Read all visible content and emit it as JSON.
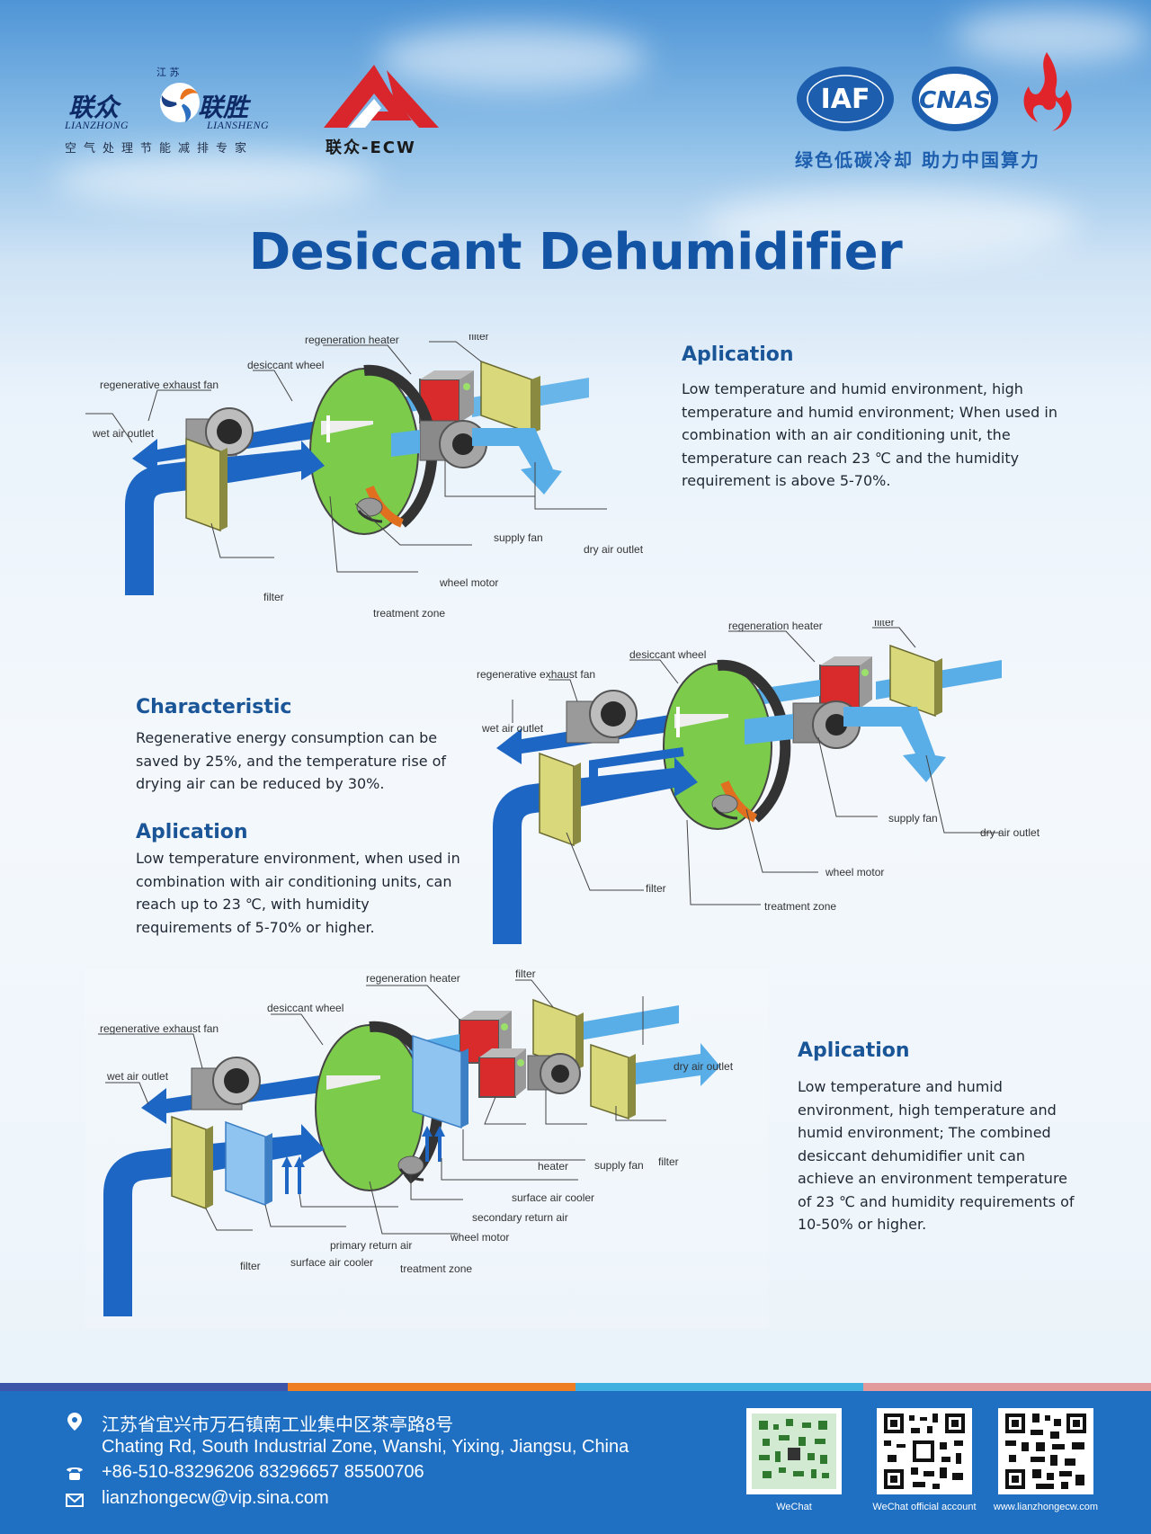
{
  "header": {
    "lianzhong_cn": "联众",
    "lianzhong_en": "LIANZHONG",
    "liansheng_cn": "联胜",
    "liansheng_en": "LIANSHENG",
    "jiangsu": "江 苏",
    "tagline": "空气处理节能减排专家",
    "ecw_name": "联众-ECW",
    "cert_iaf": "IAF",
    "cert_cnas": "CNAS",
    "slogan": "绿色低碳冷却  助力中国算力"
  },
  "title": "Desiccant Dehumidifier",
  "sections": {
    "app1": {
      "title": "Aplication",
      "text": "Low temperature and humid environment, high temperature and humid environment; When used in combination with an air conditioning unit, the temperature can reach 23 ℃ and the humidity requirement is above 5-70%."
    },
    "characteristic": {
      "title": "Characteristic",
      "text": "Regenerative energy consumption can be saved by 25%, and the temperature rise of drying air can be reduced by 30%."
    },
    "app2": {
      "title": "Aplication",
      "text": "Low temperature environment, when used in combination with air conditioning units, can reach up to 23 ℃, with humidity requirements of 5-70% or higher."
    },
    "app3": {
      "title": "Aplication",
      "text": "Low temperature and humid environment, high temperature and humid environment; The combined desiccant dehumidifier unit can achieve an environment temperature of 23 ℃ and humidity requirements of 10-50% or higher."
    }
  },
  "diagram1": {
    "regeneration_heater": "regeneration heater",
    "filter_top": "filter",
    "desiccant_wheel": "desiccant wheel",
    "regenerative_exhaust_fan": "regenerative exhaust fan",
    "wet_air_outlet": "wet air outlet",
    "supply_fan": "supply fan",
    "dry_air_outlet": "dry air outlet",
    "wheel_motor": "wheel motor",
    "filter_bottom": "filter",
    "treatment_zone": "treatment zone"
  },
  "diagram2": {
    "regeneration_heater": "regeneration heater",
    "filter_top": "filter",
    "desiccant_wheel": "desiccant wheel",
    "regenerative_exhaust_fan": "regenerative exhaust fan",
    "wet_air_outlet": "wet air outlet",
    "supply_fan": "supply fan",
    "dry_air_outlet": "dry air outlet",
    "wheel_motor": "wheel motor",
    "filter_bottom": "filter",
    "treatment_zone": "treatment zone"
  },
  "diagram3": {
    "regeneration_heater": "regeneration heater",
    "filter_top": "filter",
    "desiccant_wheel": "desiccant wheel",
    "regenerative_exhaust_fan": "regenerative exhaust fan",
    "wet_air_outlet": "wet air outlet",
    "dry_air_outlet": "dry air outlet",
    "heater": "heater",
    "supply_fan": "supply fan",
    "filter_right": "filter",
    "surface_air_cooler_right": "surface air cooler",
    "secondary_return_air": "secondary return air",
    "wheel_motor": "wheel motor",
    "primary_return_air": "primary return air",
    "filter_bottom": "filter",
    "surface_air_cooler_left": "surface air cooler",
    "treatment_zone": "treatment zone"
  },
  "footer": {
    "address_cn": "江苏省宜兴市万石镇南工业集中区茶亭路8号",
    "address_en": "Chating Rd, South Industrial Zone, Wanshi, Yixing, Jiangsu, China",
    "phone": "+86-510-83296206    83296657    85500706",
    "email": "lianzhongecw@vip.sina.com",
    "qr1_caption": "WeChat",
    "qr2_caption": "WeChat official account",
    "qr3_caption": "www.lianzhongecw.com"
  },
  "colors": {
    "title_blue": "#1454a4",
    "footer_blue": "#1f6fc2",
    "wheel_green": "#7ccb4a",
    "heater_red": "#d92b2b",
    "duct_blue": "#1e66c4",
    "air_light_blue": "#5aaee8"
  }
}
